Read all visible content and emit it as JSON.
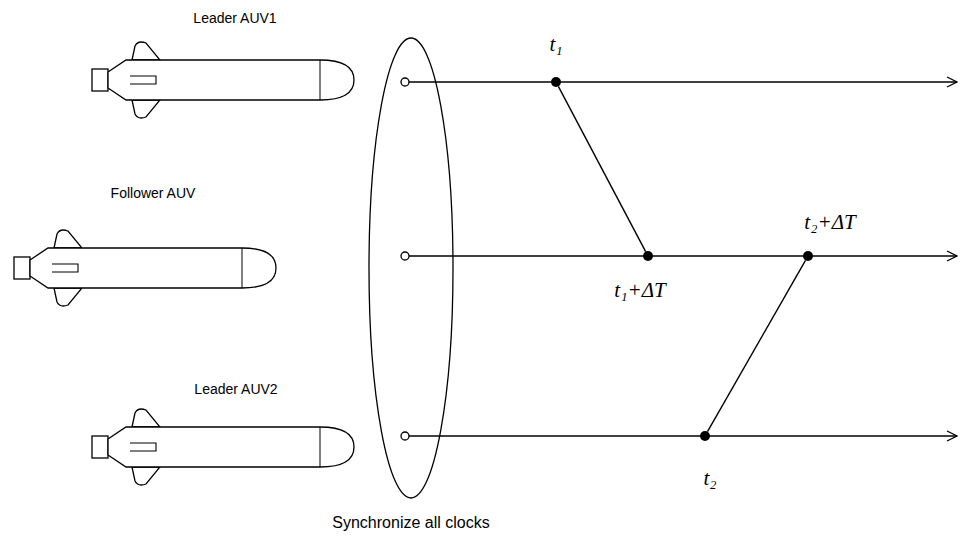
{
  "diagram": {
    "nodes": [
      {
        "text": [
          "t₁"
        ]
      },
      {
        "text": [
          "t₁+ΔT"
        ]
      },
      {
        "text": [
          "t₂+ΔT"
        ]
      },
      {
        "text": [
          "t₂"
        ]
      }
    ],
    "edges": [
      {
        "from": 0,
        "to": 1,
        "arrow": "none"
      },
      {
        "from": 3,
        "to": 2,
        "arrow": "none"
      }
    ],
    "labels": [
      "Leader AUV1",
      "Follower AUV",
      "Leader AUV2",
      "Synchronize all clocks"
    ]
  }
}
